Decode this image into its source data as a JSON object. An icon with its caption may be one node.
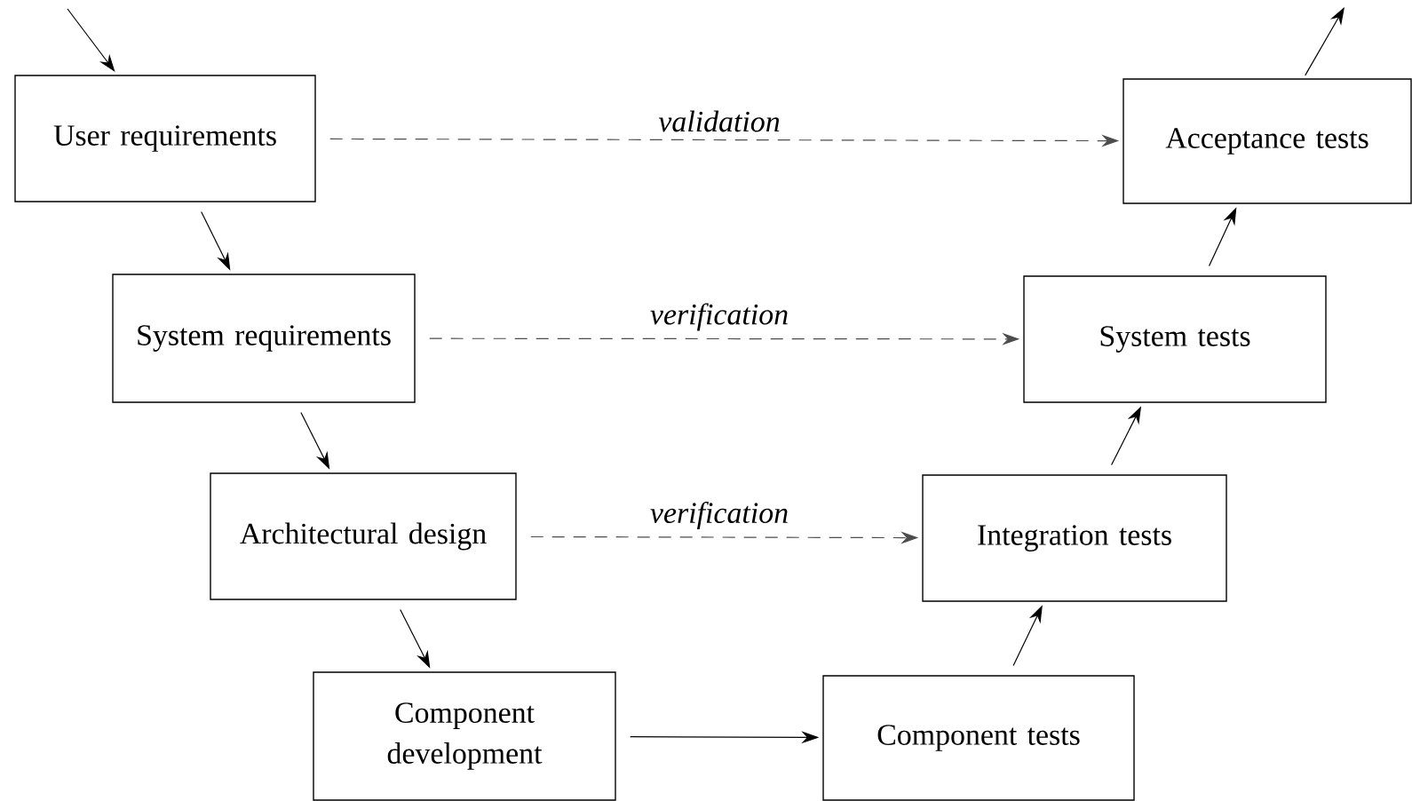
{
  "diagram": {
    "nodes": [
      {
        "text": [
          "User requirements"
        ]
      },
      {
        "text": [
          "System requirements"
        ]
      },
      {
        "text": [
          "Architectural design"
        ]
      },
      {
        "text": [
          "Component development"
        ]
      },
      {
        "text": [
          "Component tests"
        ]
      },
      {
        "text": [
          "Integration tests"
        ]
      },
      {
        "text": [
          "System tests"
        ]
      },
      {
        "text": [
          "Acceptance tests"
        ]
      }
    ],
    "edges": [
      {
        "from": null,
        "to": 0,
        "arrow": "to"
      },
      {
        "from": 0,
        "to": 1,
        "arrow": "to"
      },
      {
        "from": 1,
        "to": 2,
        "arrow": "to"
      },
      {
        "from": 2,
        "to": 3,
        "arrow": "to"
      },
      {
        "from": 3,
        "to": 4,
        "arrow": "to"
      },
      {
        "from": 4,
        "to": 5,
        "arrow": "to"
      },
      {
        "from": 5,
        "to": 6,
        "arrow": "to"
      },
      {
        "from": 6,
        "to": 7,
        "arrow": "to"
      },
      {
        "from": 7,
        "to": null,
        "arrow": "to"
      },
      {
        "from": 0,
        "to": 7,
        "arrow": "to",
        "label": "validation",
        "style": "dashed"
      },
      {
        "from": 1,
        "to": 6,
        "arrow": "to",
        "label": "verification",
        "style": "dashed"
      },
      {
        "from": 2,
        "to": 5,
        "arrow": "to",
        "label": "verification",
        "style": "dashed"
      }
    ]
  }
}
